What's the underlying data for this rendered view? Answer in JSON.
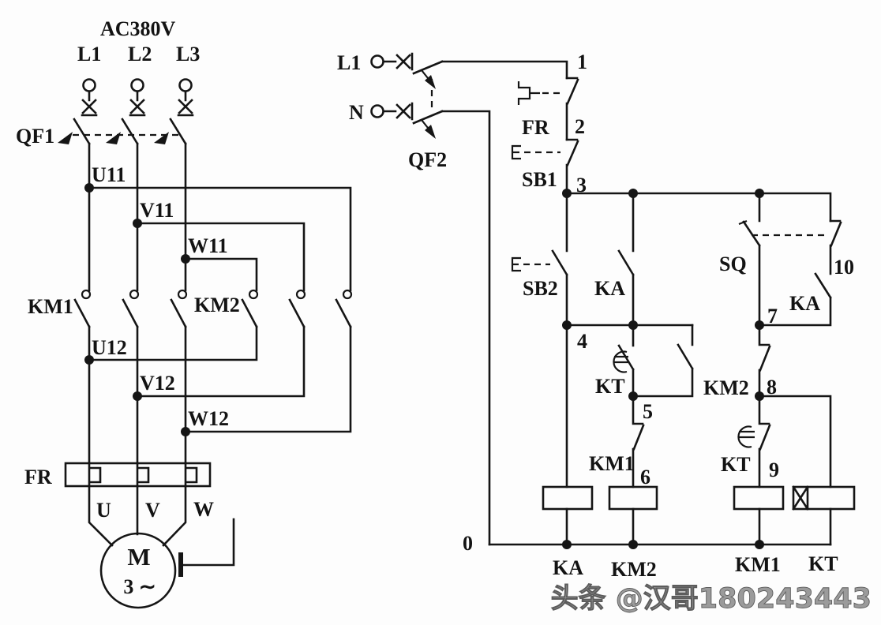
{
  "power": {
    "supply": "AC380V",
    "phases": [
      "L1",
      "L2",
      "L3"
    ],
    "breaker": "QF1",
    "nodes_upper": [
      "U11",
      "V11",
      "W11"
    ],
    "contactor_forward": "KM1",
    "contactor_reverse": "KM2",
    "nodes_lower": [
      "U12",
      "V12",
      "W12"
    ],
    "overload_relay": "FR",
    "motor_terminals": [
      "U",
      "V",
      "W"
    ],
    "motor_symbol": "M",
    "motor_phase": "3 ∼"
  },
  "control": {
    "line": "L1",
    "neutral": "N",
    "breaker": "QF2",
    "nodes": [
      "0",
      "1",
      "2",
      "3",
      "4",
      "5",
      "6",
      "7",
      "8",
      "9",
      "10"
    ],
    "overload_contact": "FR",
    "stop_button": "SB1",
    "start_button": "SB2",
    "relay_contact": "KA",
    "timer_contact_left": "KT",
    "interlock_km1": "KM1",
    "limit_switch": "SQ",
    "relay_contact_right": "KA",
    "interlock_km2": "KM2",
    "timer_contact_right": "KT",
    "coils": [
      "KA",
      "KM2",
      "KM1",
      "KT"
    ]
  },
  "watermark": "头条 @汉哥180243443"
}
